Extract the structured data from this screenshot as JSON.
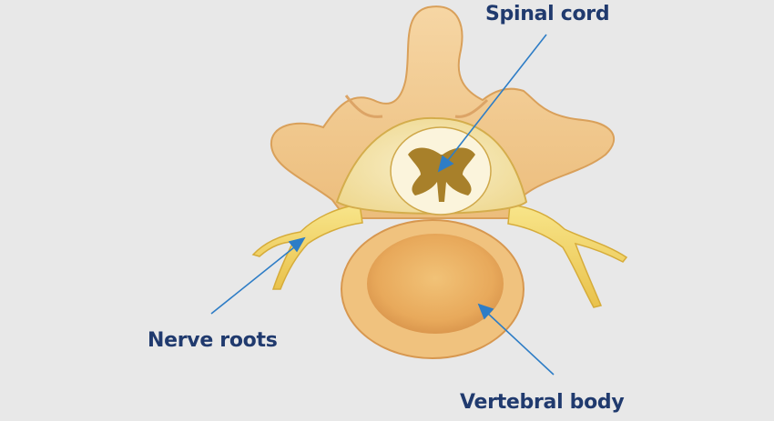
{
  "labels": {
    "spinal_cord": "Spinal cord",
    "nerve_roots": "Nerve roots",
    "vertebral_body": "Vertebral body"
  },
  "colors": {
    "background": "#e8e8e8",
    "label_text": "#203a6e",
    "leader_line": "#2e7dc6",
    "bone": "#f1c88f",
    "bone_edge": "#d79c54",
    "nerve": "#f3d96a",
    "gray_matter": "#a8802a"
  }
}
